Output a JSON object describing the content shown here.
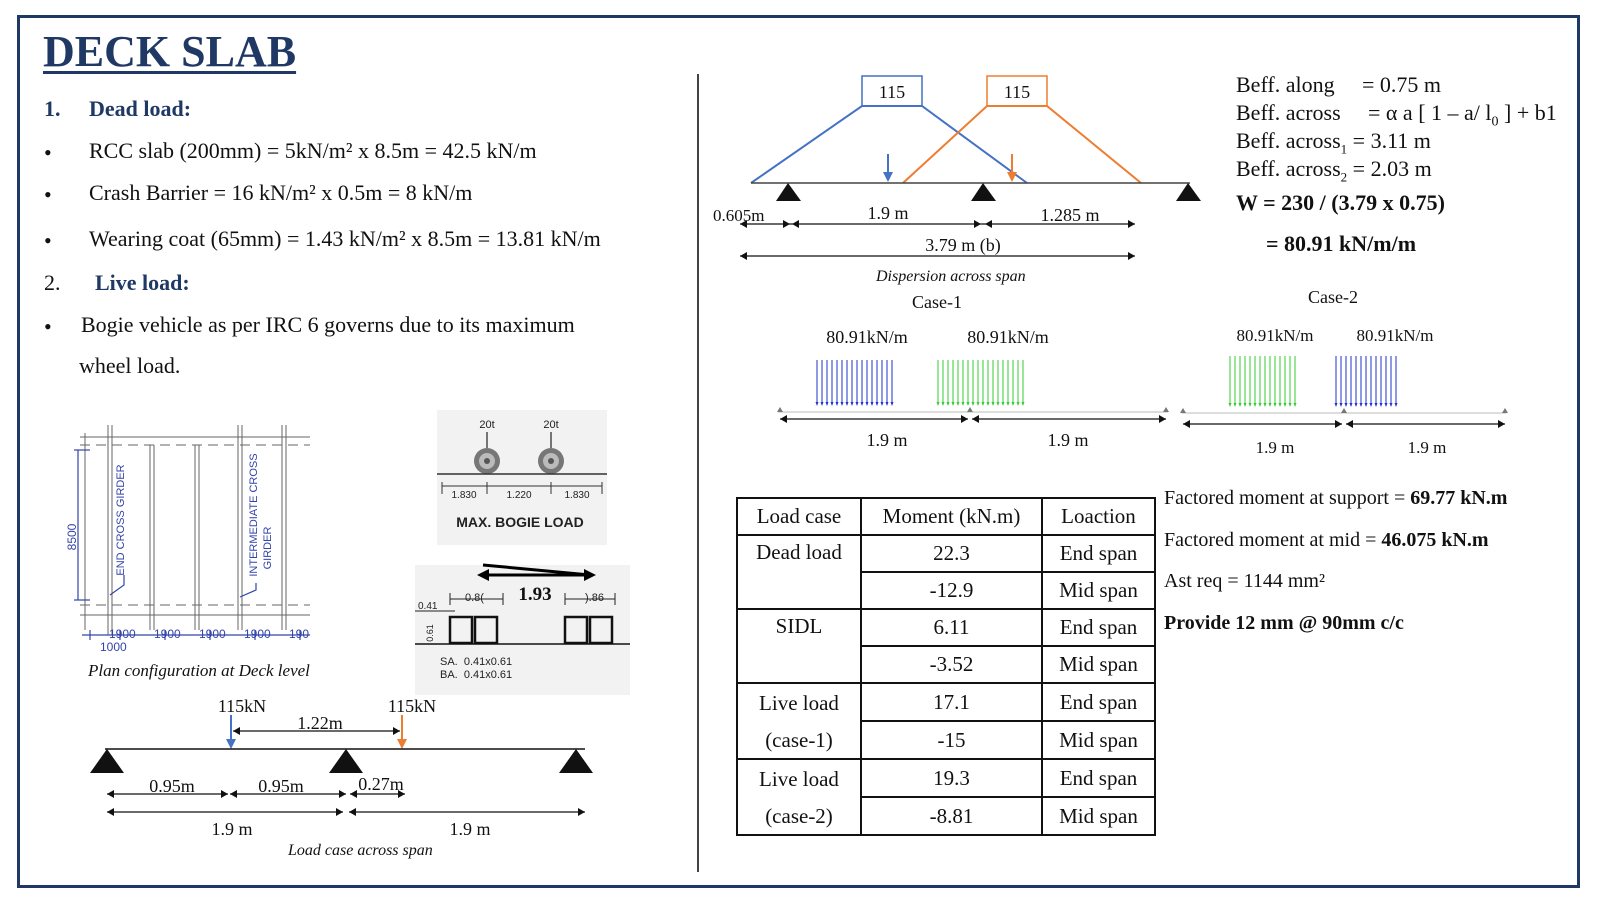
{
  "title": "DECK SLAB",
  "dead_load": {
    "number": "1.",
    "heading": "Dead load:",
    "items": [
      "RCC slab (200mm) = 5kN/m² x 8.5m = 42.5 kN/m",
      "Crash Barrier = 16 kN/m² x 0.5m = 8 kN/m",
      "Wearing coat (65mm) = 1.43 kN/m² x 8.5m = 13.81 kN/m"
    ]
  },
  "live_load": {
    "number": "2.",
    "heading": "Live load:",
    "text_line1": "Bogie vehicle as per IRC 6 governs due to its maximum",
    "text_line2": "wheel load."
  },
  "bullet": "•",
  "plan_figure": {
    "caption": "Plan configuration at Deck level",
    "dim_8500": "8500",
    "end_girder": "END CROSS GIRDER",
    "inter_girder_1": "INTERMEDIATE CROSS",
    "inter_girder_2": "GIRDER",
    "spacings": [
      "1900",
      "1900",
      "1900",
      "1900",
      "190"
    ],
    "edge": "1000"
  },
  "bogie_figure": {
    "load_labels": [
      "20t",
      "20t"
    ],
    "dims": [
      "1.830",
      "1.220",
      "1.830"
    ],
    "caption": "MAX. BOGIE LOAD",
    "detail_value": "1.93",
    "left_dim": "0.8(",
    "right_dim": ").86",
    "height_left": "0.41",
    "height_side": "0.61",
    "sa": "SA.  0.41x0.61",
    "ba": "BA.  0.41x0.61"
  },
  "load_case_figure": {
    "loads": [
      "115kN",
      "115kN"
    ],
    "spacing": "1.22m",
    "dims": [
      "0.95m",
      "0.95m",
      "0.27m"
    ],
    "spans": [
      "1.9 m",
      "1.9 m"
    ],
    "caption": "Load case across span"
  },
  "dispersion_figure": {
    "loads": [
      "115",
      "115"
    ],
    "dims": [
      "0.605m",
      "1.9 m",
      "1.285 m",
      "3.79 m (b)"
    ],
    "caption": "Dispersion across span"
  },
  "beff": {
    "along_label": "Beff. along",
    "along_value": "= 0.75 m",
    "across_label": "Beff. across",
    "across_formula": "= α a [ 1 – a/ l",
    "across_tail": " ] + b1",
    "across1_label": "Beff. across",
    "across1_value": "= 3.11 m",
    "across2_label": "Beff. across",
    "across2_value": "= 2.03 m",
    "w_line": "W = 230 / (3.79 x 0.75)",
    "w_result": "= 80.91 kN/m/m"
  },
  "cases": {
    "case1_title": "Case-1",
    "case2_title": "Case-2",
    "udl": "80.91kN/m",
    "span": "1.9 m"
  },
  "table": {
    "headers": [
      "Load case",
      "Moment (kN.m)",
      "Loaction"
    ],
    "rows": [
      {
        "case": "Dead load",
        "case2": "",
        "moments": [
          "22.3",
          "-12.9"
        ],
        "locations": [
          "End span",
          "Mid span"
        ]
      },
      {
        "case": "SIDL",
        "case2": "",
        "moments": [
          "6.11",
          "-3.52"
        ],
        "locations": [
          "End span",
          "Mid span"
        ]
      },
      {
        "case": "Live load",
        "case2": "(case-1)",
        "moments": [
          "17.1",
          "-15"
        ],
        "locations": [
          "End span",
          "Mid span"
        ]
      },
      {
        "case": "Live load",
        "case2": "(case-2)",
        "moments": [
          "19.3",
          "-8.81"
        ],
        "locations": [
          "End span",
          "Mid span"
        ]
      }
    ]
  },
  "results": {
    "support_label": "Factored moment at support = ",
    "support_value": "69.77 kN.m",
    "mid_label": "Factored moment at mid = ",
    "mid_value": "46.075 kN.m",
    "ast": "Ast req = 1144 mm²",
    "provide": "Provide 12 mm @ 90mm c/c"
  },
  "colors": {
    "navy": "#1f3864",
    "blue_load": "#4472c4",
    "orange_load": "#ed7d31",
    "green_udl": "#33cc33",
    "blue_udl": "#2233cc"
  }
}
